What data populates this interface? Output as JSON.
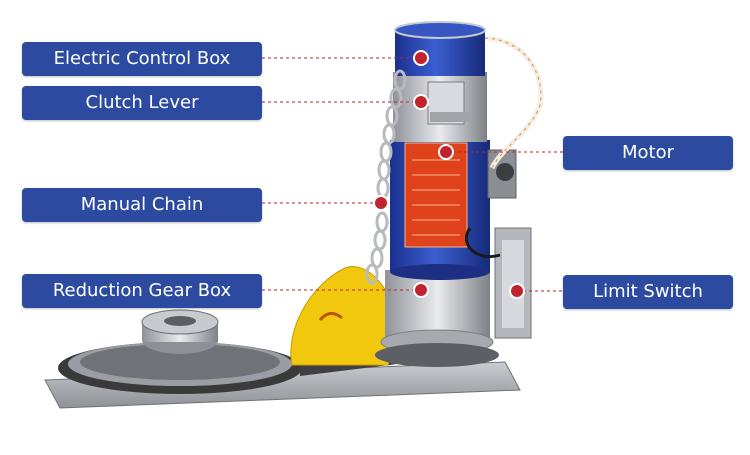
{
  "labels": {
    "electric_control_box": "Electric Control Box",
    "clutch_lever": "Clutch Lever",
    "manual_chain": "Manual Chain",
    "reduction_gear_box": "Reduction Gear Box",
    "motor": "Motor",
    "limit_switch": "Limit Switch"
  },
  "colors": {
    "label_background": "#2b4aa0",
    "leader_line": "#c0232d",
    "marker": "#c0232d"
  }
}
